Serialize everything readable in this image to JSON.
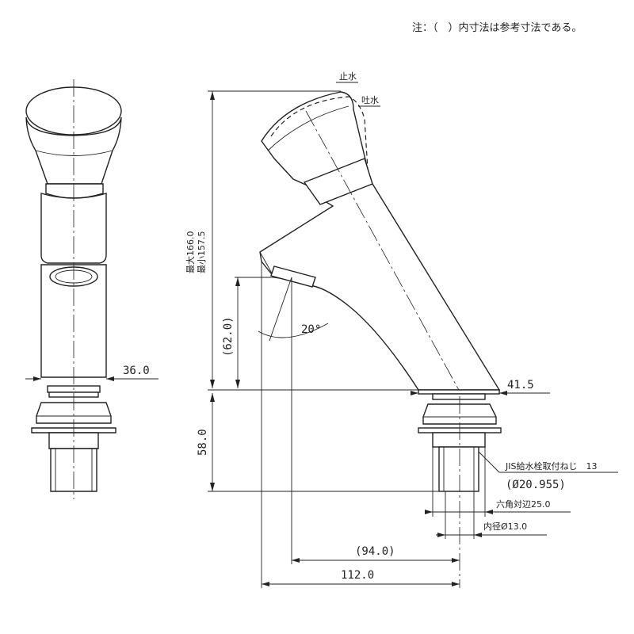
{
  "note": "注：（　）内寸法は参考寸法である。",
  "labels": {
    "stop_water": "止水",
    "spout_water": "吐水",
    "thread": "JIS給水栓取付ねじ　13",
    "thread_dia": "(Ø20.955)",
    "hex": "六角対辺25.0",
    "inner": "内径Ø13.0"
  },
  "dimensions": {
    "width_side": "36.0",
    "max": "最大166.0",
    "min": "最小157.5",
    "spout_height": "(62.0)",
    "angle": "20°",
    "base_width": "41.5",
    "bottom_height": "58.0",
    "reach_ref": "(94.0)",
    "reach_total": "112.0"
  }
}
